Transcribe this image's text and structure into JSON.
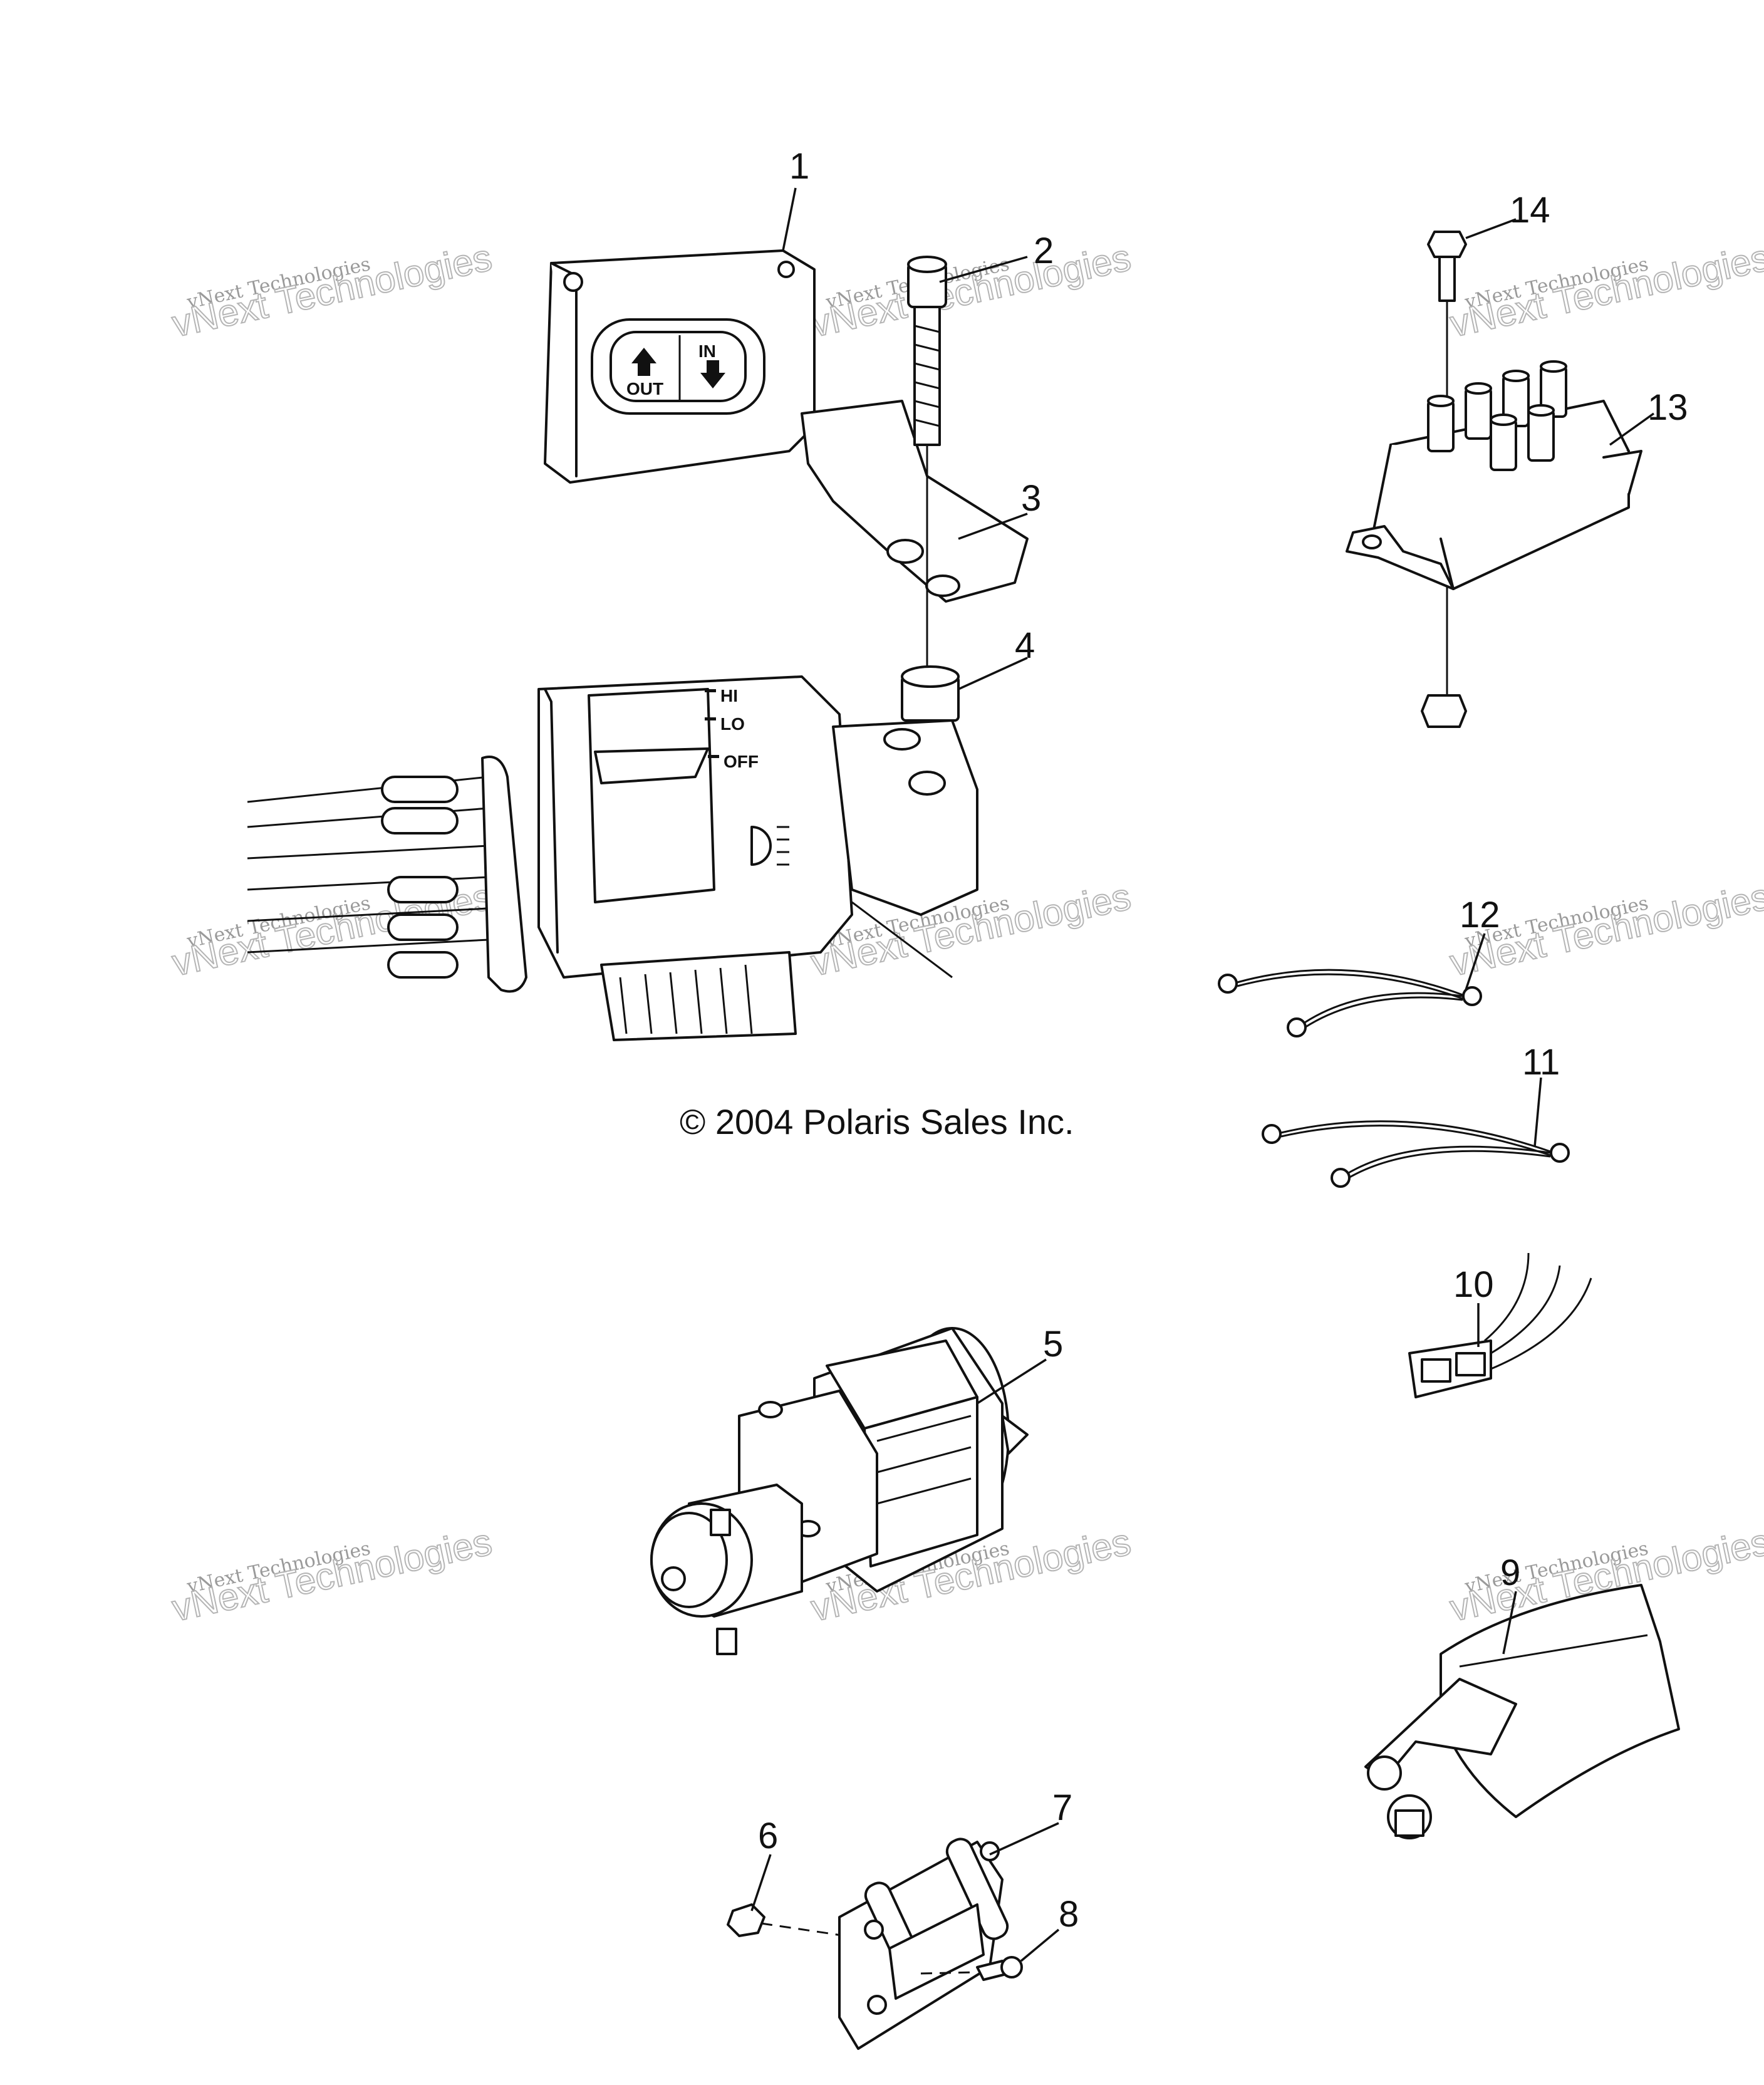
{
  "copyright": "© 2004 Polaris Sales Inc.",
  "watermark": {
    "line1": "vNext Technologies",
    "line2": "vNext Technologies"
  },
  "switch_labels": {
    "out": "OUT",
    "in": "IN",
    "hi": "HI",
    "lo": "LO",
    "off": "OFF"
  },
  "callouts": [
    "1",
    "2",
    "3",
    "4",
    "5",
    "6",
    "7",
    "8",
    "9",
    "10",
    "11",
    "12",
    "13",
    "14"
  ],
  "colors": {
    "line": "#111111",
    "watermark": "#9a9a9a",
    "background": "#ffffff"
  }
}
